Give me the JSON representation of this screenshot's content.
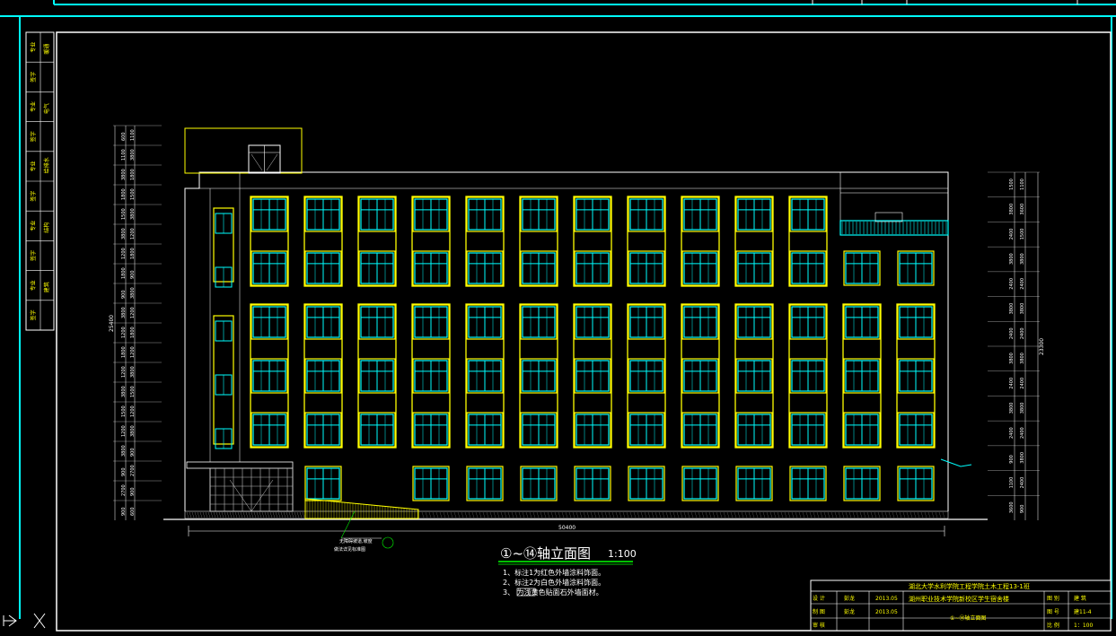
{
  "drawing": {
    "title": "①~⑭轴立面图",
    "scale": "1:100",
    "overall_width_dim": "50400",
    "left_total_height_dim": "25400",
    "right_total_height_dim": "23300",
    "left_dims": [
      "600",
      "1100",
      "3800",
      "1800",
      "1500",
      "3800",
      "1200",
      "1800",
      "900",
      "3800",
      "1200",
      "1800",
      "1200",
      "3800",
      "1500",
      "1200",
      "3800",
      "900",
      "2700",
      "900"
    ],
    "right_dims": [
      "1100",
      "3600",
      "1500",
      "3800",
      "2400",
      "3800",
      "2400",
      "3800",
      "2400",
      "3800",
      "2400",
      "3800",
      "2400",
      "900"
    ],
    "notes": [
      "1、标注1为红色外墙涂料饰面。",
      "2、标注2为白色外墙涂料饰面。",
      "3、      为浅黄色贴面石外墙面材。"
    ],
    "callout": [
      "无障碍坡道,坡度",
      "做法详见标准图"
    ]
  },
  "title_block": {
    "university": "湖北大学水利学院工程学院土木工程13-1班",
    "project": "湖州职业技术学院新校区学生宿舍楼",
    "sheet_name": "①~⑭轴立面图",
    "rows": [
      {
        "role": "设  计",
        "name": "彭龙",
        "date": "2013.05"
      },
      {
        "role": "制  图",
        "name": "彭龙",
        "date": "2013.05"
      },
      {
        "role": "审  核",
        "name": "",
        "date": ""
      }
    ],
    "right": [
      {
        "label": "图  别",
        "value": "建  筑"
      },
      {
        "label": "图  号",
        "value": "建11-4"
      },
      {
        "label": "比  例",
        "value": "1：100"
      }
    ]
  },
  "side_table": [
    "专业",
    "签字",
    "专业",
    "签字",
    "专业",
    "签字",
    "专业",
    "签字",
    "专业",
    "签字"
  ],
  "side_table_values": [
    "暖通",
    "",
    "电气",
    "",
    "给排水",
    "",
    "结构",
    "",
    "建筑",
    ""
  ],
  "colors": {
    "background": "#000000",
    "border": "#00ffff",
    "frame": "#ffffff",
    "wall": "#ffff00",
    "window": "#00ffff",
    "door": "#ffffff",
    "ramp": "#ffff00",
    "title_underline": "#00ff00"
  },
  "icons": [
    "ucs-arrow-icon",
    "ucs-x-icon"
  ]
}
